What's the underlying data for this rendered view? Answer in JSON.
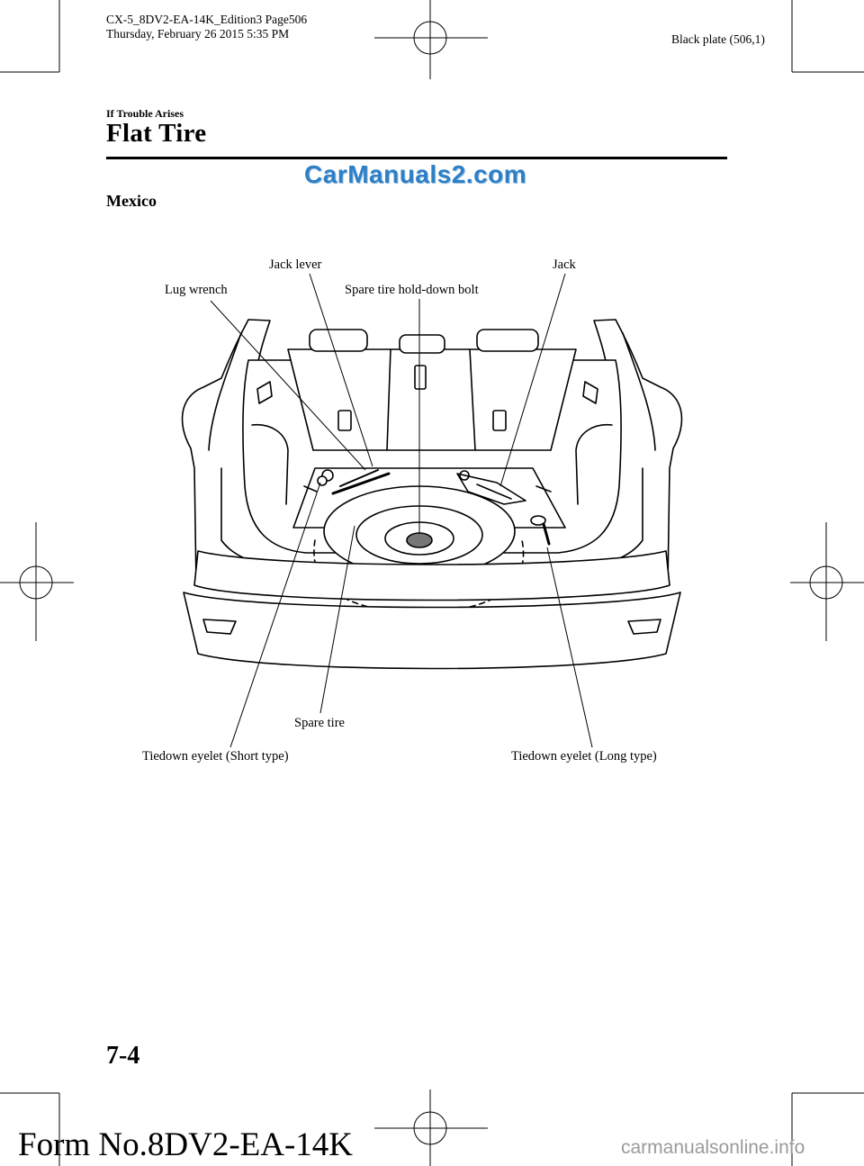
{
  "header": {
    "line1": "CX-5_8DV2-EA-14K_Edition3 Page506",
    "line2": "Thursday, February 26 2015 5:35 PM",
    "plate": "Black plate (506,1)"
  },
  "section_label": "If Trouble Arises",
  "title": "Flat Tire",
  "watermark": "CarManuals2.com",
  "subheading": "Mexico",
  "figure": {
    "labels": {
      "jack_lever": "Jack lever",
      "jack": "Jack",
      "lug_wrench": "Lug wrench",
      "hold_down_bolt": "Spare tire hold-down bolt",
      "spare_tire": "Spare tire",
      "eyelet_short": "Tiedown eyelet (Short type)",
      "eyelet_long": "Tiedown eyelet (Long type)"
    }
  },
  "footer": {
    "page_number": "7-4",
    "form_number": "Form No.8DV2-EA-14K",
    "site": "carmanualsonline.info"
  }
}
